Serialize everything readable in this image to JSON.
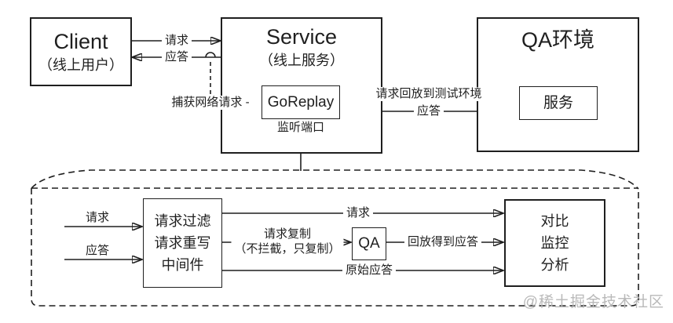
{
  "diagram": {
    "top": {
      "client_box": {
        "title": "Client",
        "subtitle": "（线上用户）"
      },
      "service_box": {
        "title": "Service",
        "subtitle": "（线上服务）"
      },
      "goreplay_box": {
        "label": "GoReplay"
      },
      "listen_port_label": "监听端口",
      "qa_env_box": {
        "title": "QA环境"
      },
      "qa_service_box": {
        "label": "服务"
      },
      "labels": {
        "request": "请求",
        "response": "应答",
        "capture": "捕获网络请求 -",
        "replay_to_test": "请求回放到测试环境",
        "replay_response": "应答"
      }
    },
    "bottom": {
      "middleware_box": {
        "lines": [
          "请求过滤",
          "请求重写",
          "中间件"
        ]
      },
      "qa_box": {
        "label": "QA"
      },
      "compare_box": {
        "lines": [
          "对比",
          "监控",
          "分析"
        ]
      },
      "labels": {
        "request_in": "请求",
        "response_in": "应答",
        "request_out": "请求",
        "copy_line1": "请求复制",
        "copy_line2": "（不拦截，只复制）",
        "replay_got_response": "回放得到应答",
        "original_response": "原始应答"
      }
    },
    "watermark": "@稀土掘金技术社区",
    "colors": {
      "line": "#1f1f1f",
      "background": "#ffffff",
      "watermark": "#b9b9b9"
    }
  }
}
